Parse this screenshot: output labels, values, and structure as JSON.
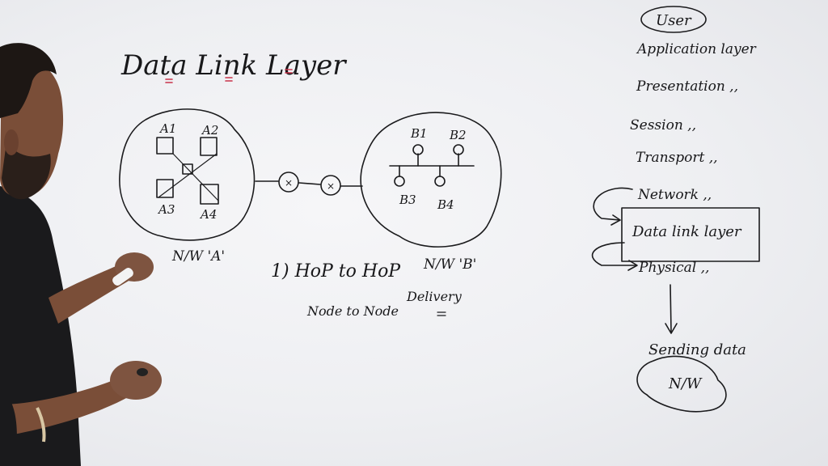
{
  "board": {
    "title": "Data Link Layer",
    "network_a": {
      "label": "N/W 'A'",
      "nodes": [
        "A1",
        "A2",
        "A3",
        "A4"
      ]
    },
    "network_b": {
      "label": "N/W 'B'",
      "nodes": [
        "B1",
        "B2",
        "B3",
        "B4"
      ]
    },
    "link_nodes": [
      "×",
      "×"
    ],
    "notes": {
      "point": "1) HoP to HoP",
      "sub": "Node to Node",
      "delivery": "Delivery"
    },
    "osi_stack": {
      "user": "User",
      "layers": [
        "Application layer",
        "Presentation ,,",
        "Session ,,",
        "Transport ,,",
        "Network ,,",
        "Data link layer",
        "Physical ,,"
      ],
      "highlighted": "Data link layer"
    },
    "sending": {
      "label": "Sending data",
      "cloud_label": "N/W"
    }
  },
  "colors": {
    "board": "#eeeff2",
    "ink": "#1b1b1d",
    "accent": "#c8324a",
    "shirt": "#1a1a1c",
    "skin": "#7a4e38"
  }
}
